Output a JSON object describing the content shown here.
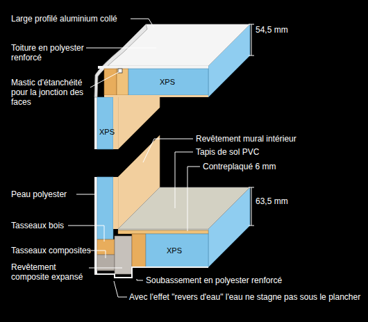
{
  "diagram": {
    "labels": [
      "Large profilé aluminium collé",
      "Toiture en polyester renforcé",
      "Mastic d'étanchéité pour la jonction des faces",
      "XPS",
      "XPS",
      "54,5 mm",
      "Revêtement mural intérieur",
      "Tapis de sol PVC",
      "Contreplaqué 6 mm",
      "63,5 mm",
      "Peau polyester",
      "Tasseaux bois",
      "Tasseaux composites",
      "Revêtement composite expansé",
      "XPS",
      "Soubassement en polyester renforcé",
      "Avec l'effet \"revers d'eau\" l'eau ne stagne pas sous le plancher"
    ]
  }
}
